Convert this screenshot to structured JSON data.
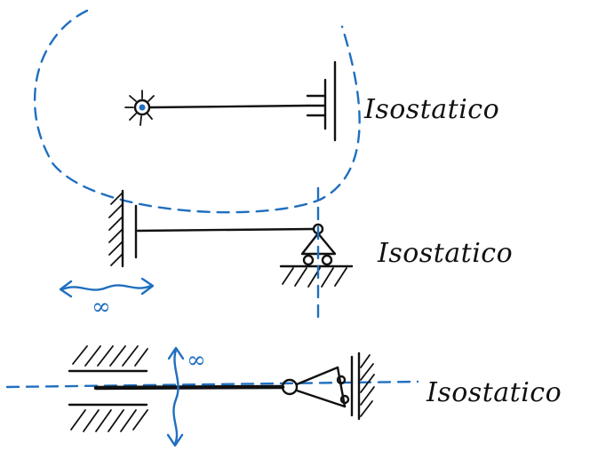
{
  "labels": {
    "structure_1": "Isostatico",
    "structure_2": "Isostatico",
    "structure_3": "Isostatico"
  },
  "infinity_marks": {
    "horizontal": "∞",
    "vertical": "∞"
  },
  "colors": {
    "ink": "#111111",
    "annotation": "#1f6fbf"
  }
}
